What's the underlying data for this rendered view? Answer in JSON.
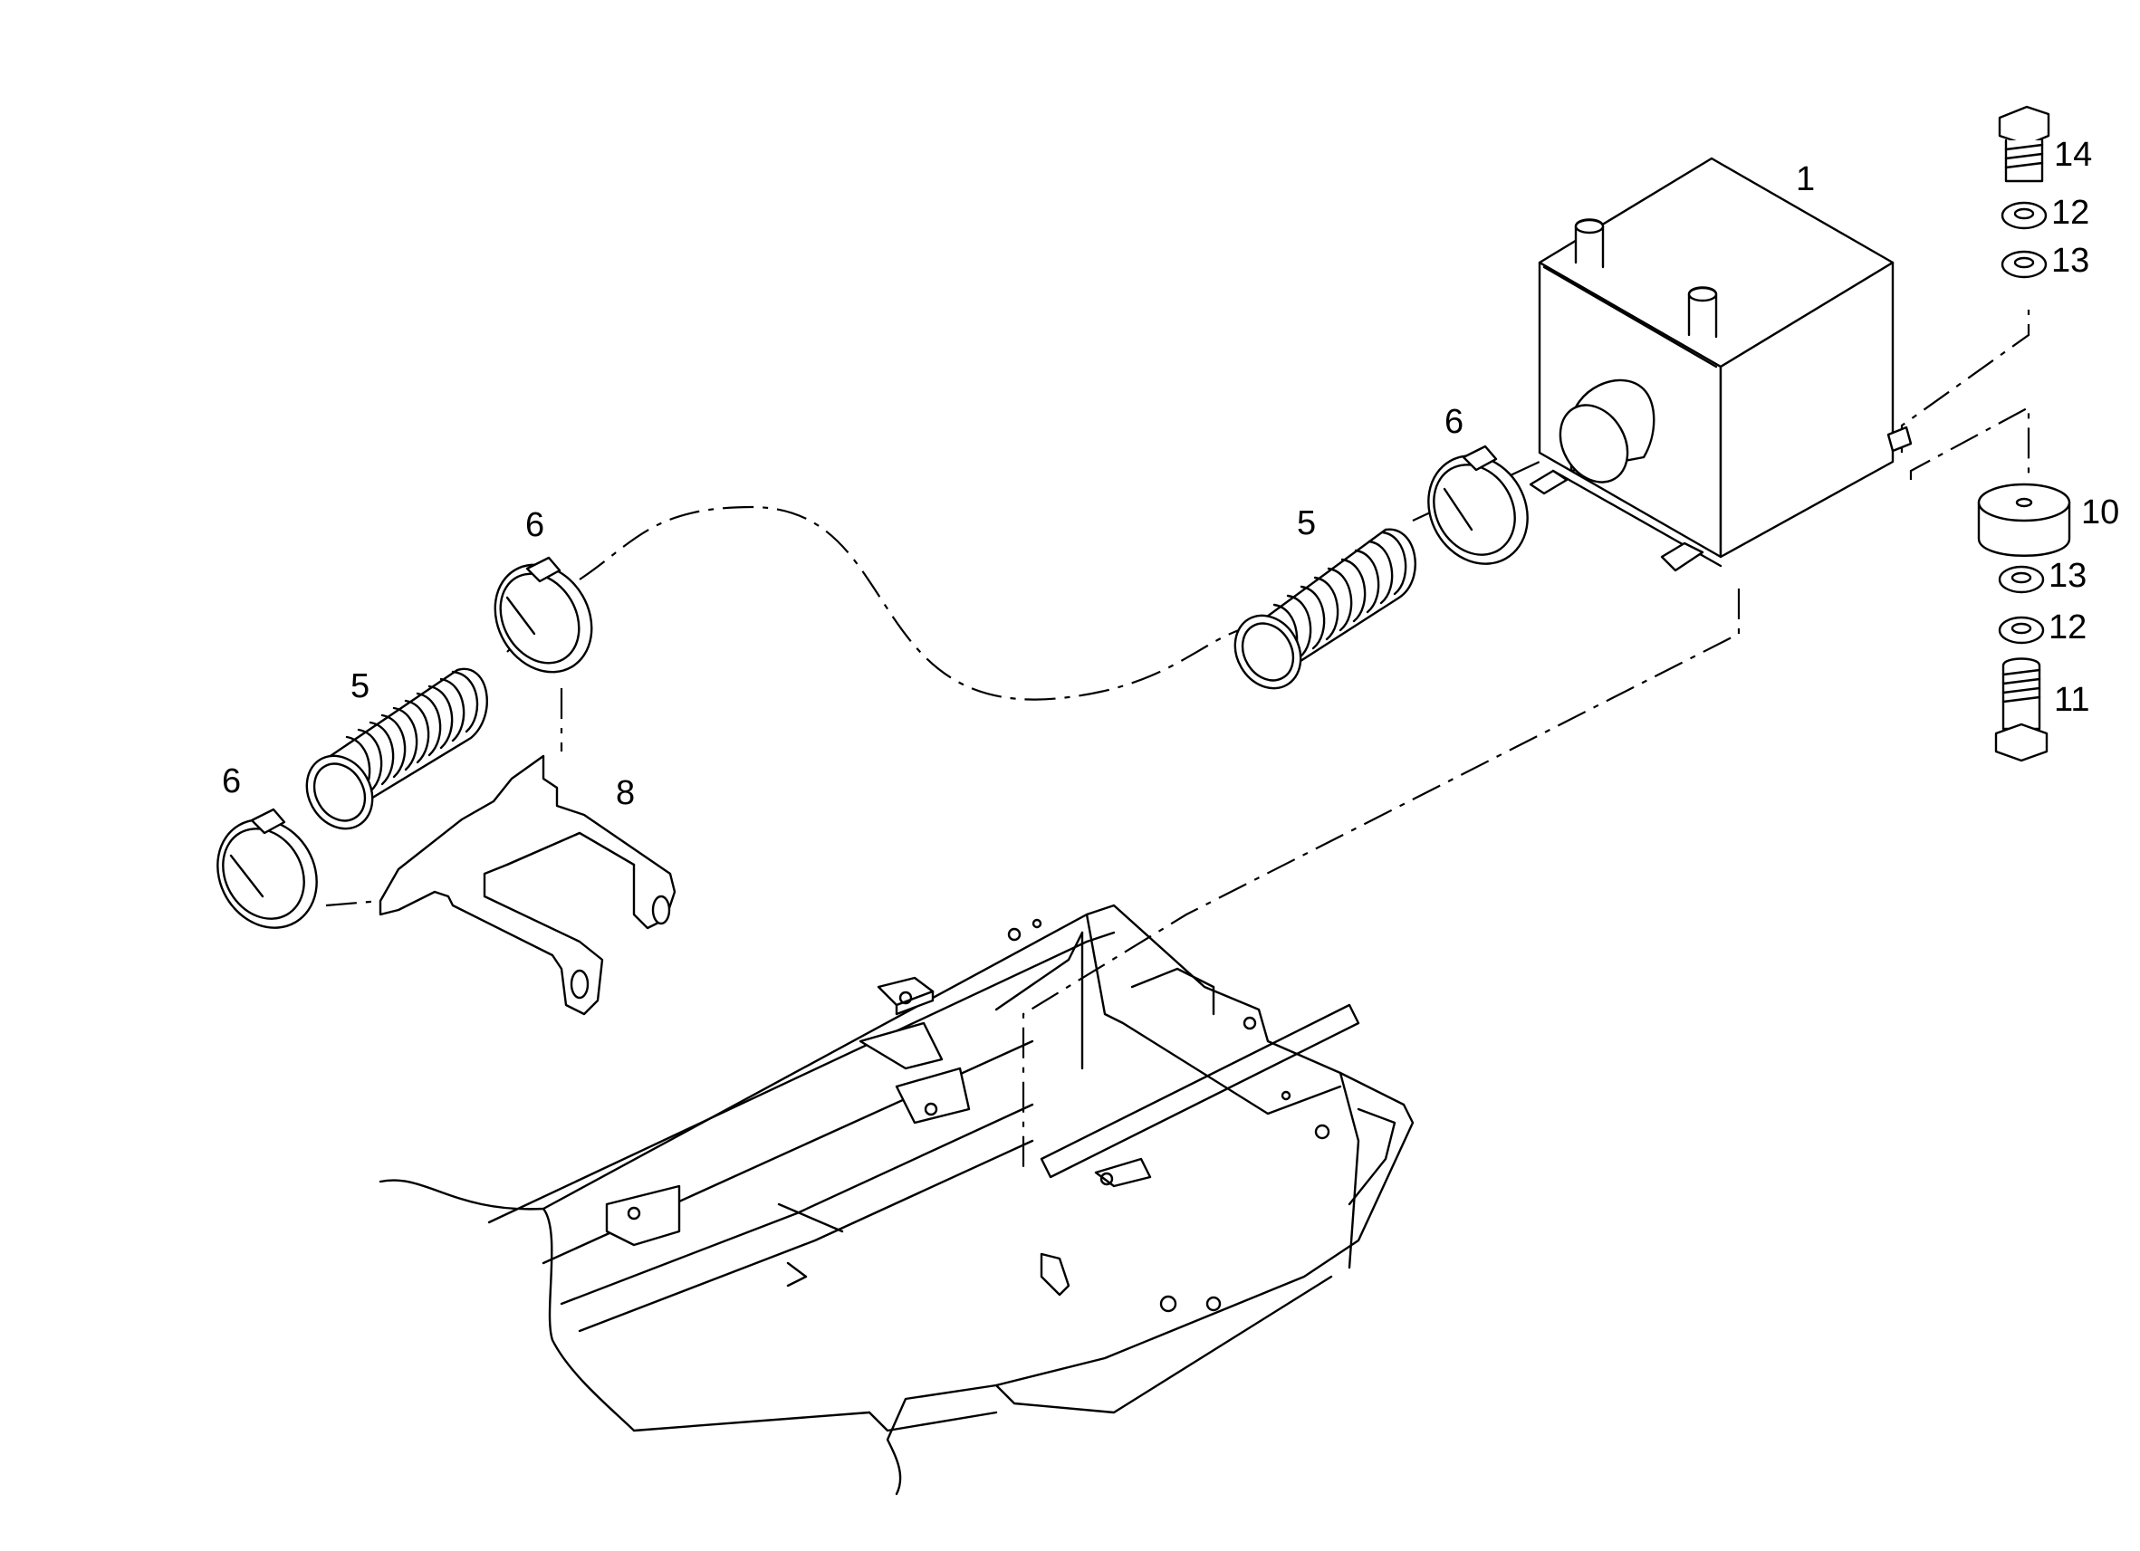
{
  "callouts": {
    "part_1": "1",
    "part_5_left": "5",
    "part_5_right": "5",
    "part_6_upper_left": "6",
    "part_6_lower_left": "6",
    "part_6_right": "6",
    "part_8": "8",
    "part_10": "10",
    "part_11": "11",
    "part_12_top": "12",
    "part_12_bottom": "12",
    "part_13_top": "13",
    "part_13_bottom": "13",
    "part_14": "14"
  }
}
